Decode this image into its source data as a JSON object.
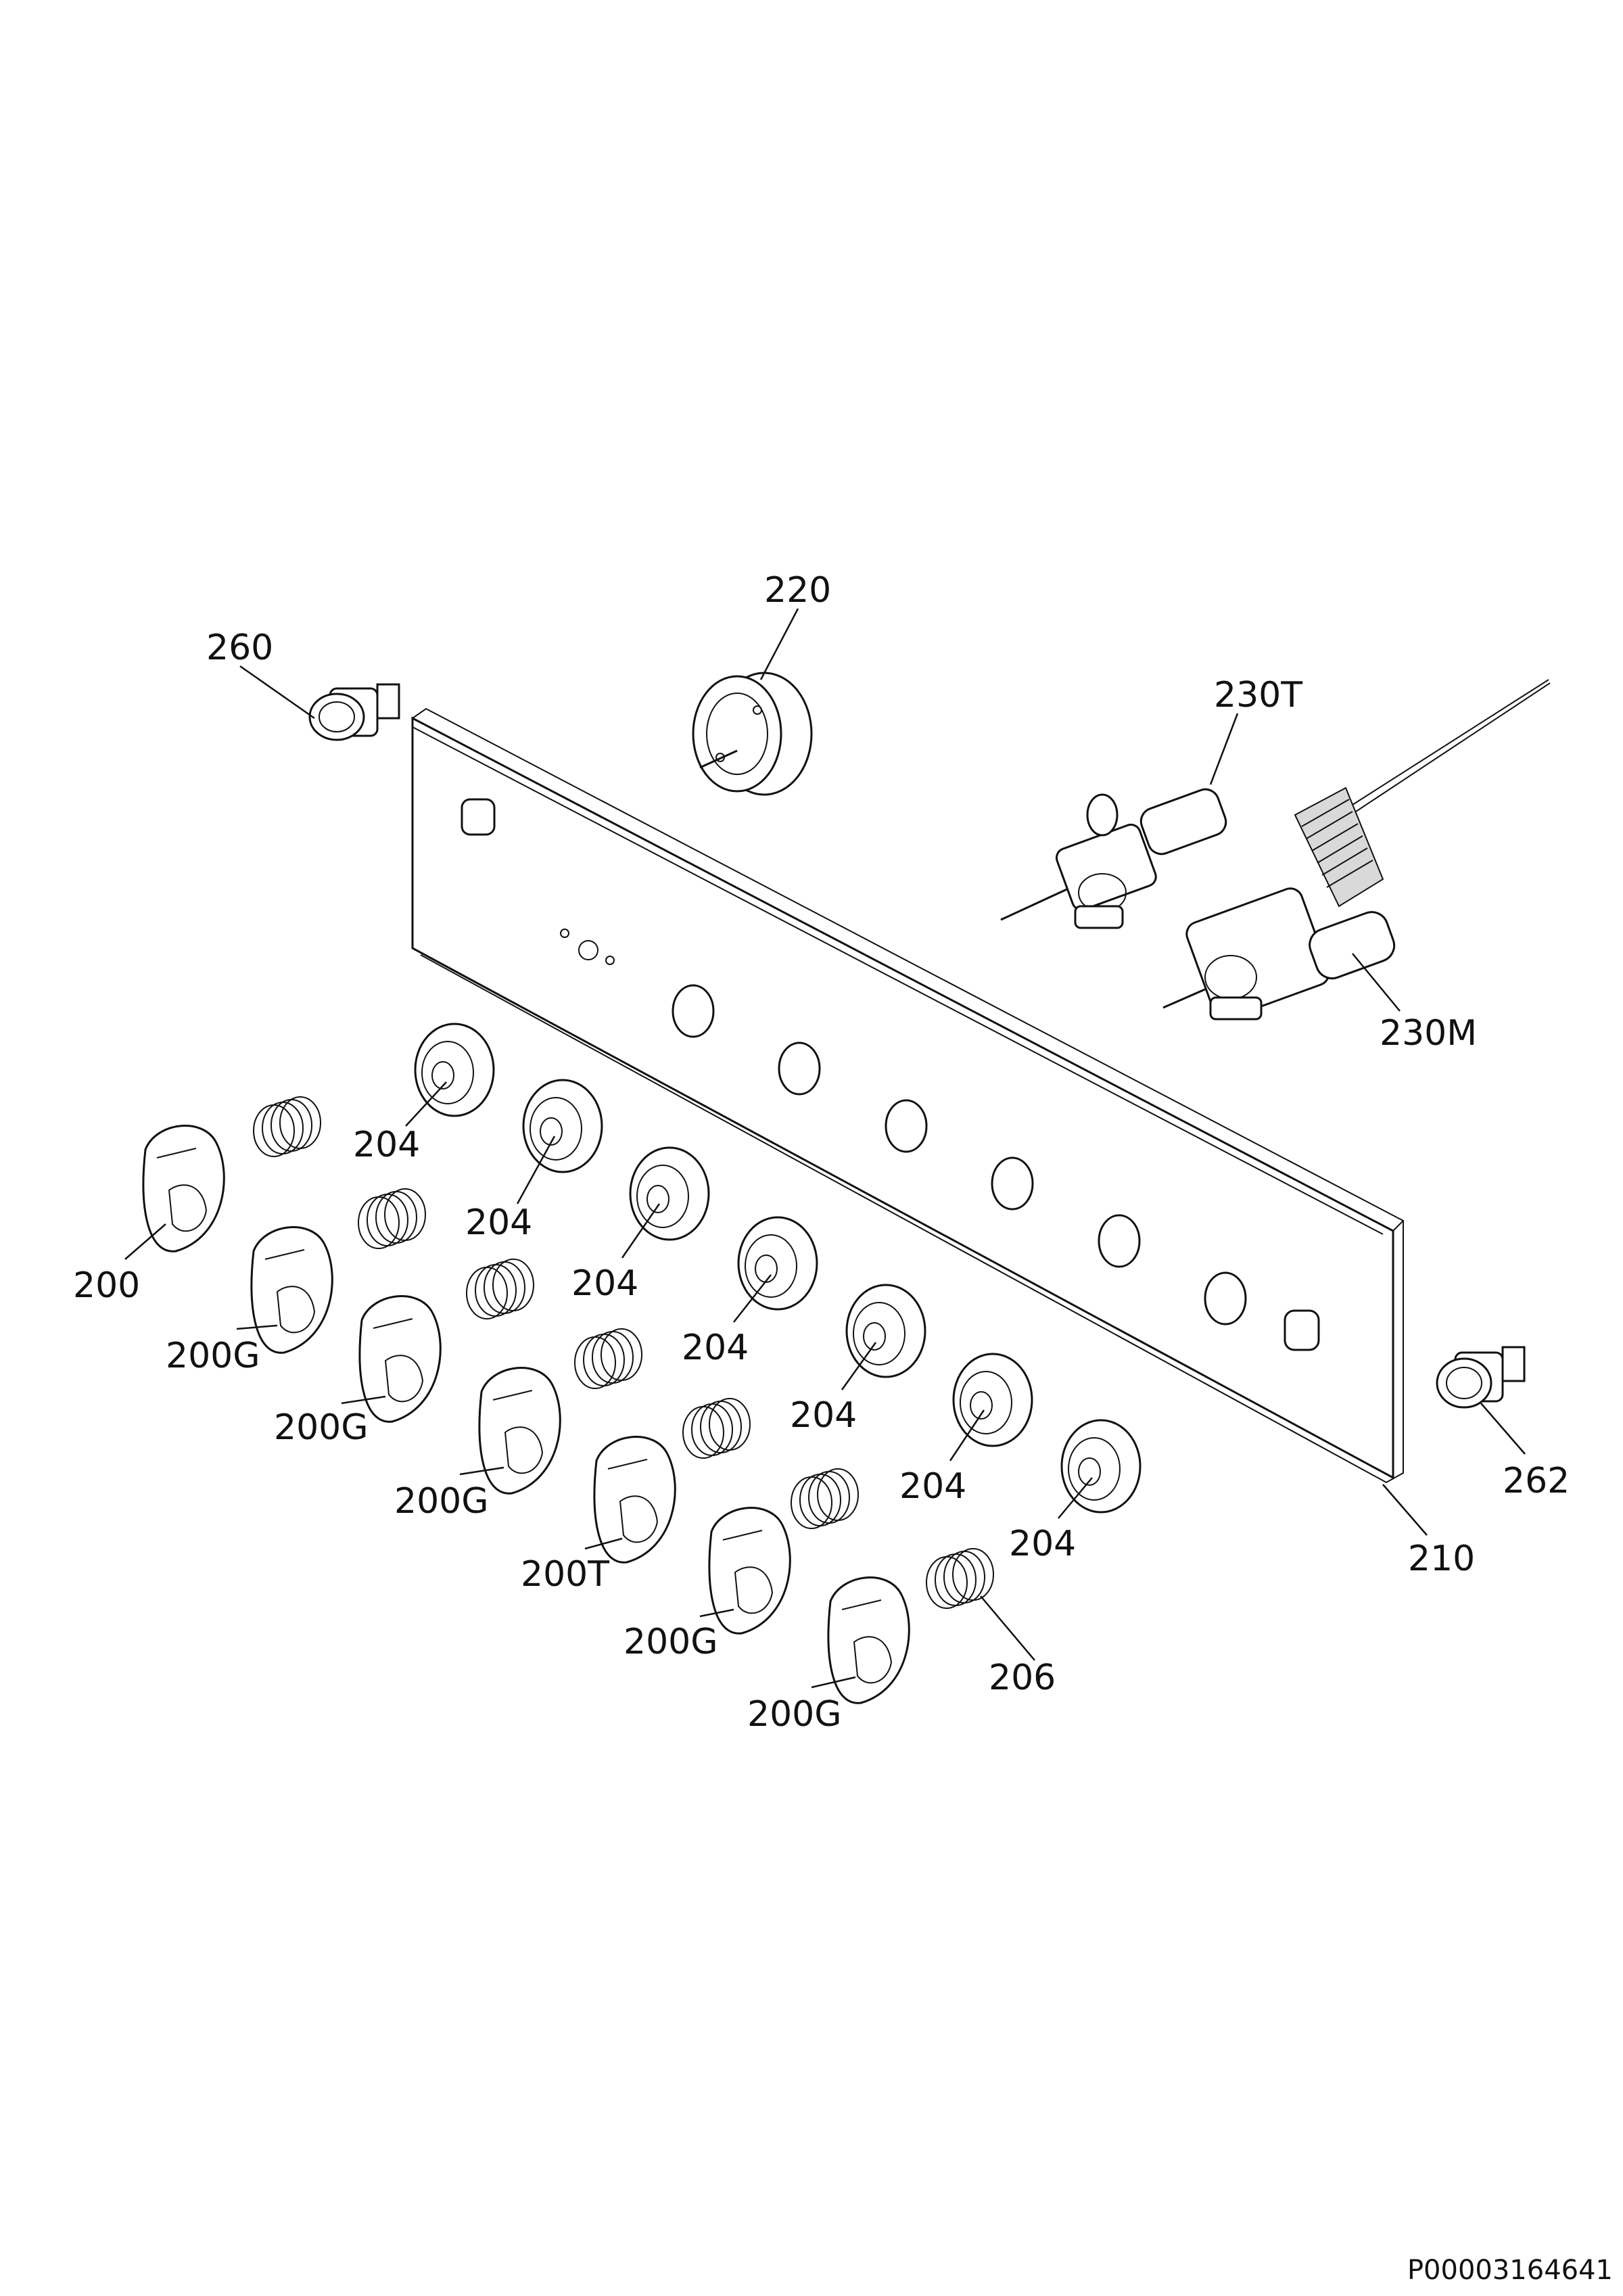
{
  "labels": {
    "l260": "260",
    "l220": "220",
    "l230T": "230T",
    "l230M": "230M",
    "l204a": "204",
    "l204b": "204",
    "l204c": "204",
    "l204d": "204",
    "l204e": "204",
    "l204f": "204",
    "l204g": "204",
    "l200": "200",
    "l200Ga": "200G",
    "l200Gb": "200G",
    "l200Gc": "200G",
    "l200T": "200T",
    "l200Gd": "200G",
    "l200Ge": "200G",
    "l206": "206",
    "l210": "210",
    "l262": "262"
  },
  "document_id": "P00003164641"
}
